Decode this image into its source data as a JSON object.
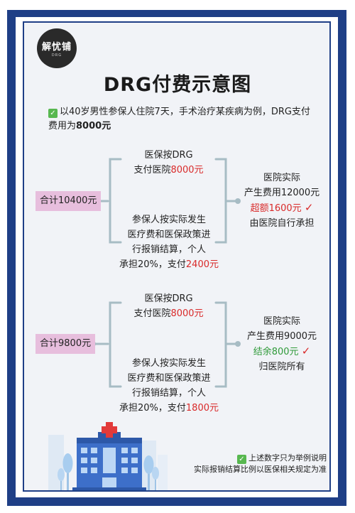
{
  "logo": {
    "text": "解忧铺",
    "subtext": "DRG"
  },
  "title": "DRG付费示意图",
  "intro": {
    "icon": "check-icon",
    "text_a": "以40岁男性参保人住院7天，手术治疗某疾病为例，DRG支付费用为",
    "amount": "8000元"
  },
  "case1": {
    "total": "合计10400元",
    "top_a": "医保按DRG",
    "top_b_prefix": "支付医院",
    "top_b_amount": "8000元",
    "bottom_l1": "参保人按实际发生",
    "bottom_l2": "医疗费和医保政策进",
    "bottom_l3": "行报销结算，个人",
    "bottom_l4_prefix": "承担20%，支付",
    "bottom_l4_amount": "2400元",
    "right_l1": "医院实际",
    "right_l2": "产生费用12000元",
    "right_l3": "超额1600元",
    "right_l4": "由医院自行承担",
    "accent": "#d92a2a"
  },
  "case2": {
    "total": "合计9800元",
    "top_a": "医保按DRG",
    "top_b_prefix": "支付医院",
    "top_b_amount": "8000元",
    "bottom_l1": "参保人按实际发生",
    "bottom_l2": "医疗费和医保政策进",
    "bottom_l3": "行报销结算，个人",
    "bottom_l4_prefix": "承担20%，支付",
    "bottom_l4_amount": "1800元",
    "right_l1": "医院实际",
    "right_l2": "产生费用9000元",
    "right_l3": "结余800元",
    "right_l4": "归医院所有",
    "accent": "#2f9a39"
  },
  "footer": {
    "line1": "上述数字只为举例说明",
    "line2": "实际报销结算比例以医保相关规定为准"
  },
  "colors": {
    "frame": "#1f3f86",
    "total_bg": "#e7bedd",
    "bracket": "#a7bcc4"
  }
}
